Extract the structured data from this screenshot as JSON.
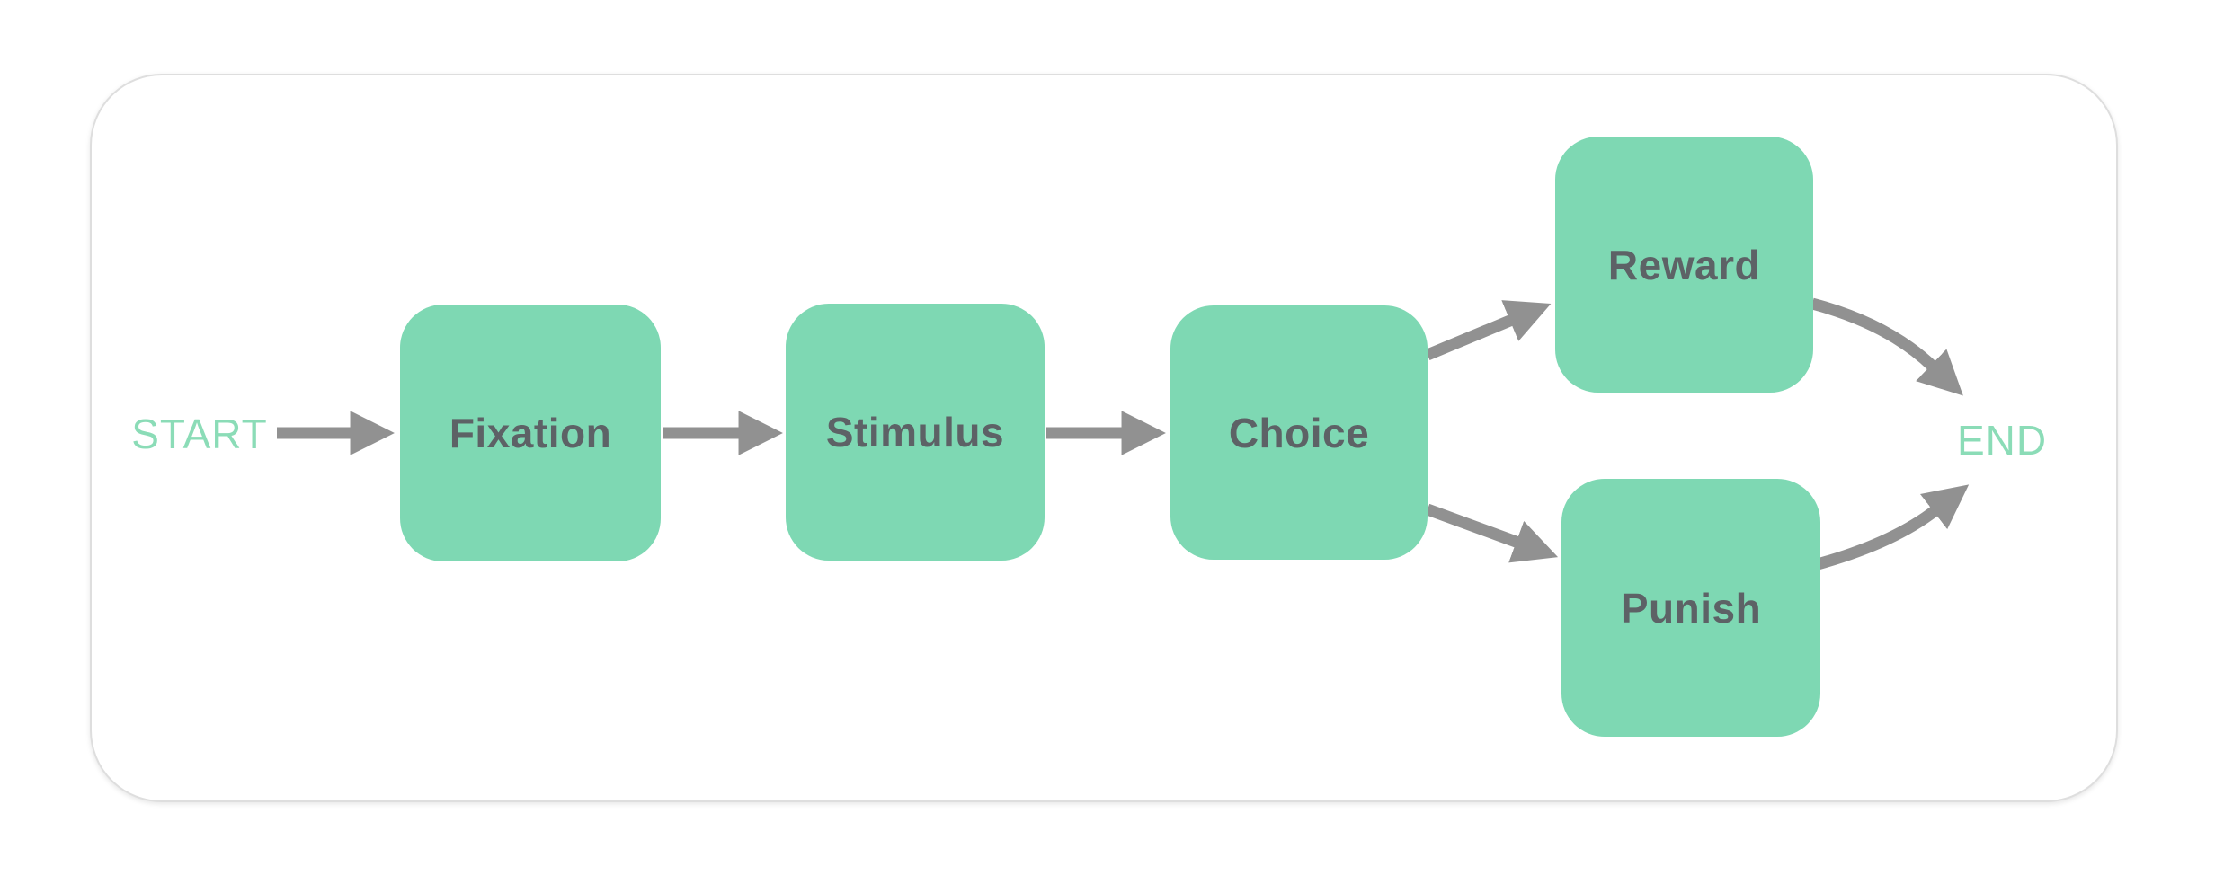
{
  "diagram": {
    "start_label": "START",
    "end_label": "END",
    "nodes": [
      {
        "id": "fixation",
        "label": "Fixation"
      },
      {
        "id": "stimulus",
        "label": "Stimulus"
      },
      {
        "id": "choice",
        "label": "Choice"
      },
      {
        "id": "reward",
        "label": "Reward"
      },
      {
        "id": "punish",
        "label": "Punish"
      }
    ],
    "edges": [
      {
        "from": "START",
        "to": "Fixation"
      },
      {
        "from": "Fixation",
        "to": "Stimulus"
      },
      {
        "from": "Stimulus",
        "to": "Choice"
      },
      {
        "from": "Choice",
        "to": "Reward"
      },
      {
        "from": "Choice",
        "to": "Punish"
      },
      {
        "from": "Reward",
        "to": "END"
      },
      {
        "from": "Punish",
        "to": "END"
      }
    ],
    "colors": {
      "node_fill": "#7ed8b3",
      "node_text": "#5d6266",
      "terminal_label": "#8bdcb7",
      "arrow": "#919191",
      "card_border": "#dedede"
    }
  }
}
